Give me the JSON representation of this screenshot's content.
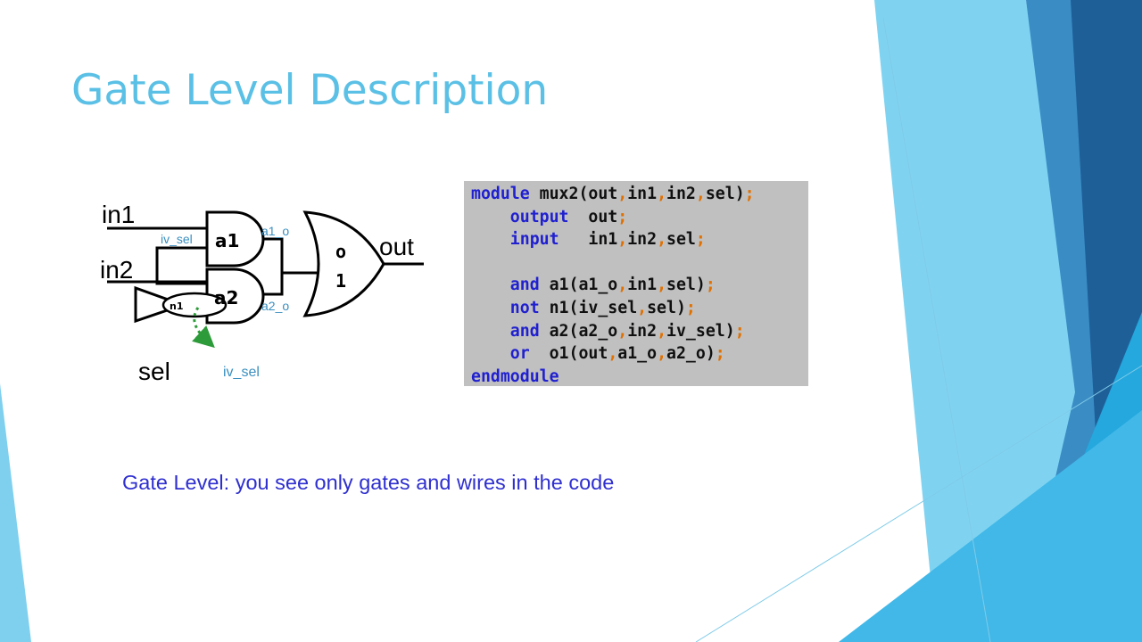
{
  "slide": {
    "title": "Gate Level Description",
    "caption": "Gate Level: you see only gates and wires in the code"
  },
  "circuit": {
    "labels": {
      "in1": "in1",
      "in2": "in2",
      "sel": "sel",
      "out": "out",
      "a1": "a1",
      "a2": "a2",
      "o1_top": "o",
      "o1_bottom": "1",
      "n1": "n1",
      "wire_iv_sel": "iv_sel",
      "wire_a1_o": "a1_o",
      "wire_a2_o": "a2_o",
      "annotation_iv_sel": "iv_sel"
    }
  },
  "code": {
    "lines": [
      [
        {
          "t": "kw",
          "v": "module"
        },
        {
          "t": "id",
          "v": " mux2(out"
        },
        {
          "t": "p",
          "v": ","
        },
        {
          "t": "id",
          "v": "in1"
        },
        {
          "t": "p",
          "v": ","
        },
        {
          "t": "id",
          "v": "in2"
        },
        {
          "t": "p",
          "v": ","
        },
        {
          "t": "id",
          "v": "sel)"
        },
        {
          "t": "p",
          "v": ";"
        }
      ],
      [
        {
          "t": "kw",
          "v": "    output"
        },
        {
          "t": "id",
          "v": "  out"
        },
        {
          "t": "p",
          "v": ";"
        }
      ],
      [
        {
          "t": "kw",
          "v": "    input"
        },
        {
          "t": "id",
          "v": "   in1"
        },
        {
          "t": "p",
          "v": ","
        },
        {
          "t": "id",
          "v": "in2"
        },
        {
          "t": "p",
          "v": ","
        },
        {
          "t": "id",
          "v": "sel"
        },
        {
          "t": "p",
          "v": ";"
        }
      ],
      [],
      [
        {
          "t": "kw",
          "v": "    and"
        },
        {
          "t": "id",
          "v": " a1(a1_o"
        },
        {
          "t": "p",
          "v": ","
        },
        {
          "t": "id",
          "v": "in1"
        },
        {
          "t": "p",
          "v": ","
        },
        {
          "t": "id",
          "v": "sel)"
        },
        {
          "t": "p",
          "v": ";"
        }
      ],
      [
        {
          "t": "kw",
          "v": "    not"
        },
        {
          "t": "id",
          "v": " n1(iv_sel"
        },
        {
          "t": "p",
          "v": ","
        },
        {
          "t": "id",
          "v": "sel)"
        },
        {
          "t": "p",
          "v": ";"
        }
      ],
      [
        {
          "t": "kw",
          "v": "    and"
        },
        {
          "t": "id",
          "v": " a2(a2_o"
        },
        {
          "t": "p",
          "v": ","
        },
        {
          "t": "id",
          "v": "in2"
        },
        {
          "t": "p",
          "v": ","
        },
        {
          "t": "id",
          "v": "iv_sel)"
        },
        {
          "t": "p",
          "v": ";"
        }
      ],
      [
        {
          "t": "kw",
          "v": "    or"
        },
        {
          "t": "id",
          "v": "  o1(out"
        },
        {
          "t": "p",
          "v": ","
        },
        {
          "t": "id",
          "v": "a1_o"
        },
        {
          "t": "p",
          "v": ","
        },
        {
          "t": "id",
          "v": "a2_o)"
        },
        {
          "t": "p",
          "v": ";"
        }
      ],
      [
        {
          "t": "kw",
          "v": "endmodule"
        }
      ]
    ]
  },
  "colors": {
    "title": "#5bc0e5",
    "caption": "#2f2fd0",
    "wire_label": "#3a8fc0",
    "arrow": "#2e9b3a",
    "keyword": "#2020d0",
    "identifier": "#101010",
    "punctuation": "#e07000",
    "code_background": "#c0c0c0"
  }
}
